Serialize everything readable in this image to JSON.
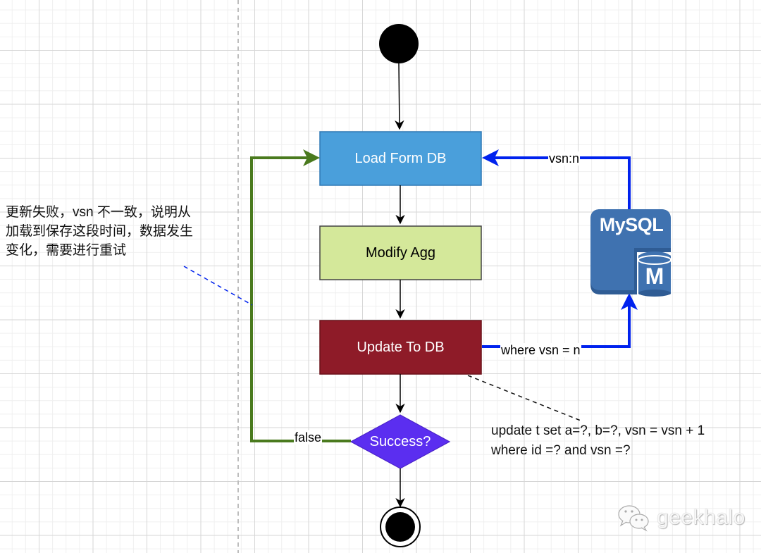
{
  "diagram": {
    "type": "activity-flowchart",
    "nodes": {
      "start": {
        "kind": "initial-node"
      },
      "load": {
        "label": "Load Form DB",
        "fill": "#4a9fdb"
      },
      "modify": {
        "label": "Modify Agg",
        "fill": "#d4e89a"
      },
      "update": {
        "label": "Update To DB",
        "fill": "#8e1b28"
      },
      "decision": {
        "label": "Success?",
        "fill": "#5b2ef0"
      },
      "end": {
        "kind": "final-node"
      },
      "mysql": {
        "title": "MySQL",
        "badge": "M",
        "fill": "#3f72b0"
      }
    },
    "edges": {
      "mysql_to_load": {
        "label": "vsn:n",
        "color": "#0022ee"
      },
      "update_to_mysql": {
        "label": "where vsn = n",
        "color": "#0022ee"
      },
      "retry": {
        "label": "false",
        "color": "#4a7a1e"
      }
    },
    "notes": {
      "retry_note": "更新失败，vsn 不一致，说明从\n加载到保存这段时间，数据发生\n变化，需要进行重试",
      "sql_note": "update t set a=?, b=?, vsn = vsn + 1\nwhere id =? and vsn =?"
    }
  },
  "watermark": {
    "icon": "wechat-icon",
    "text": "geekhalo"
  }
}
